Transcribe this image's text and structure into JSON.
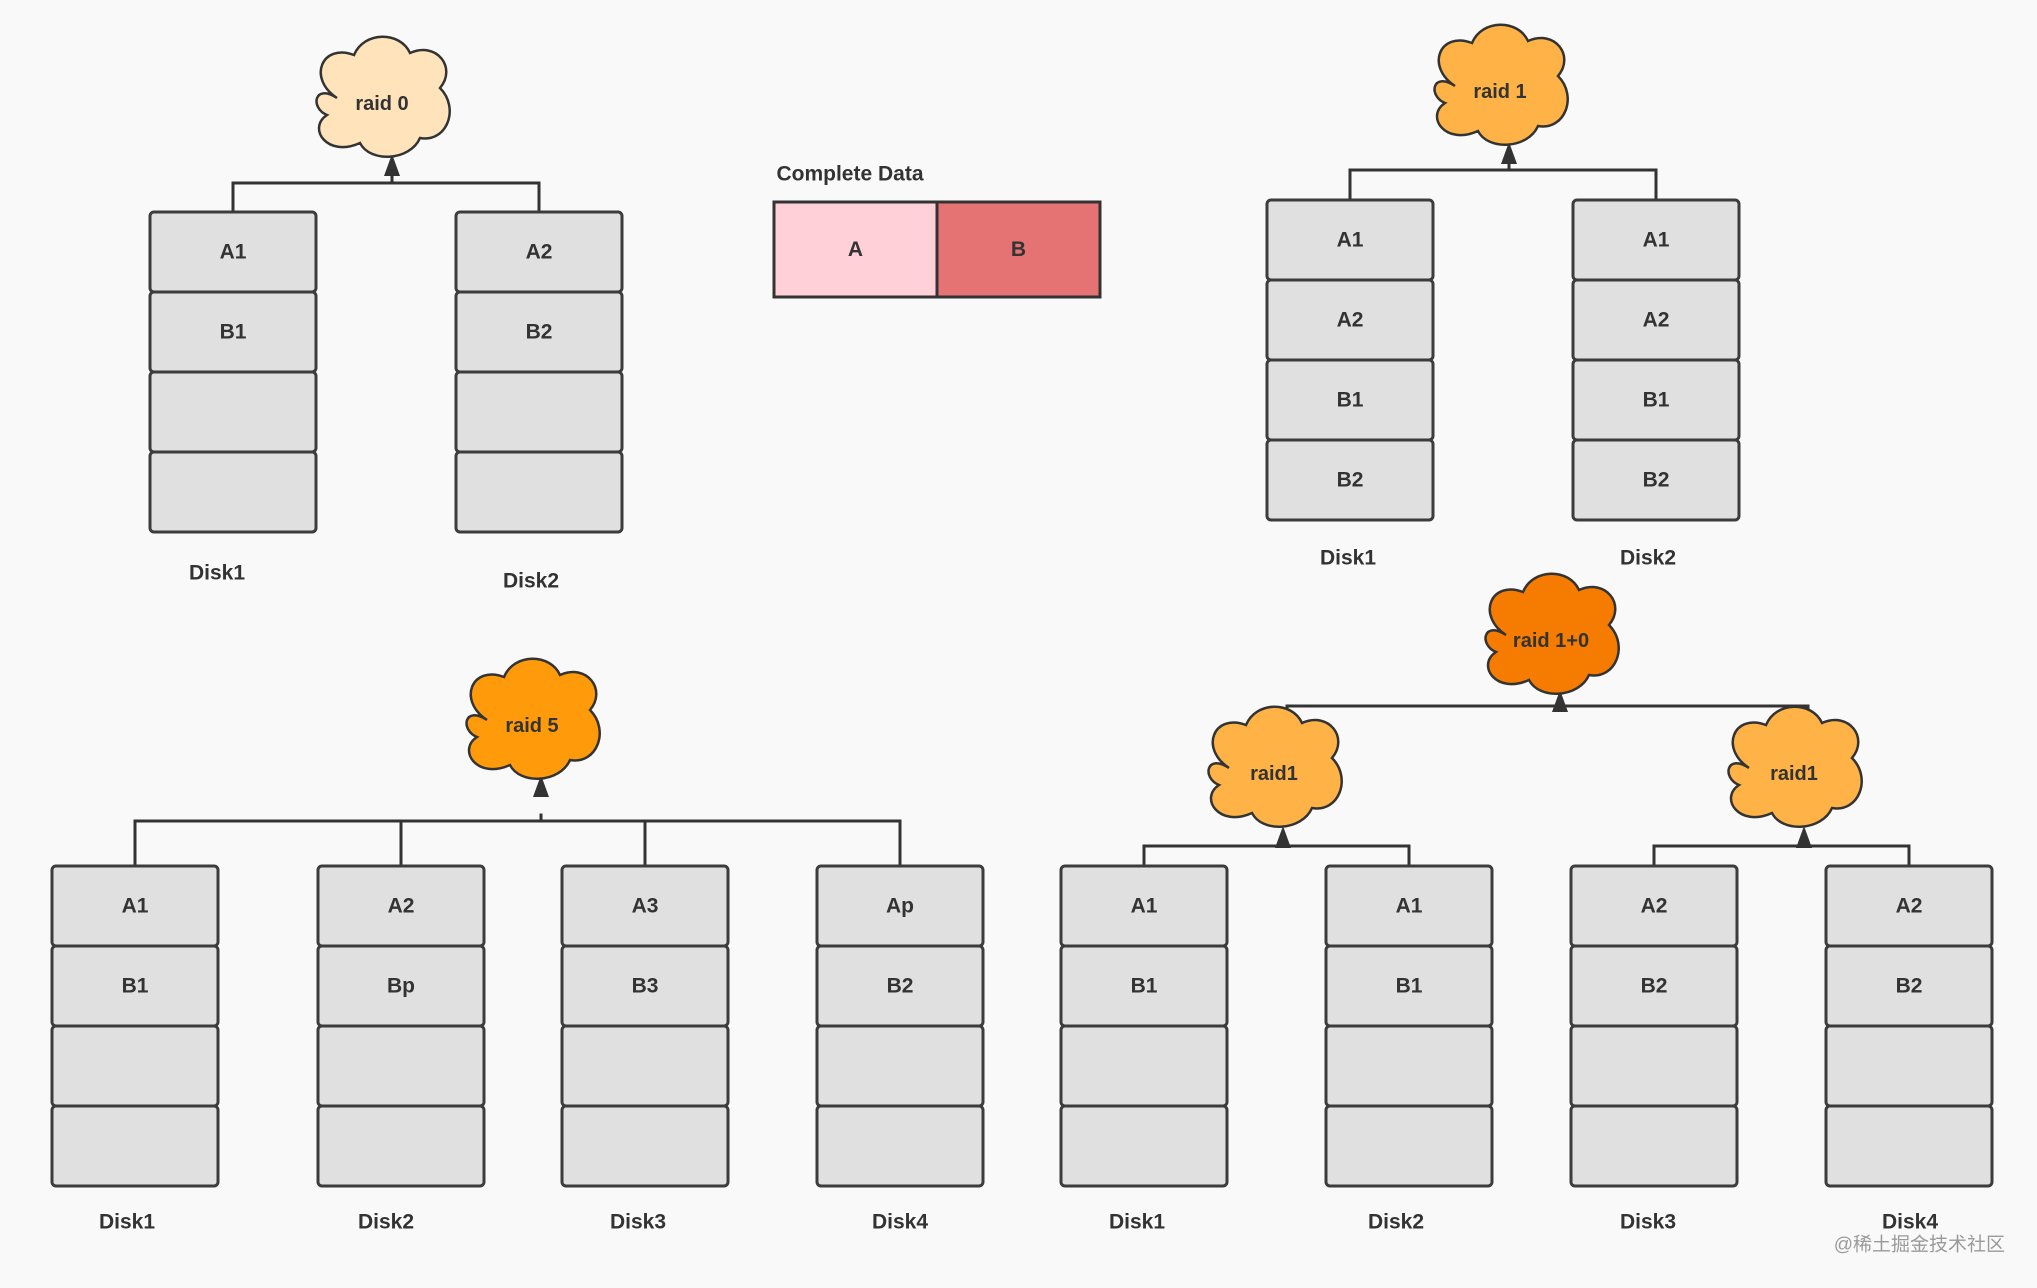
{
  "complete_data": {
    "title": "Complete Data",
    "segments": [
      {
        "label": "A",
        "color": "#ffd0d8"
      },
      {
        "label": "B",
        "color": "#e57373"
      }
    ]
  },
  "colors": {
    "cell_fill": "#e0e0e0",
    "cell_stroke": "#3c3c3c",
    "line": "#333333"
  },
  "watermark": "@稀土掘金技术社区",
  "diagrams": [
    {
      "cloud": {
        "label": "raid 0",
        "color": "#ffe3bb"
      },
      "disks": [
        {
          "name": "Disk1",
          "cells": [
            "A1",
            "B1",
            "",
            ""
          ]
        },
        {
          "name": "Disk2",
          "cells": [
            "A2",
            "B2",
            "",
            ""
          ]
        }
      ]
    },
    {
      "cloud": {
        "label": "raid 1",
        "color": "#ffb347"
      },
      "disks": [
        {
          "name": "Disk1",
          "cells": [
            "A1",
            "A2",
            "B1",
            "B2"
          ]
        },
        {
          "name": "Disk2",
          "cells": [
            "A1",
            "A2",
            "B1",
            "B2"
          ]
        }
      ]
    },
    {
      "cloud": {
        "label": "raid 5",
        "color": "#ff9a0a"
      },
      "disks": [
        {
          "name": "Disk1",
          "cells": [
            "A1",
            "B1",
            "",
            ""
          ]
        },
        {
          "name": "Disk2",
          "cells": [
            "A2",
            "Bp",
            "",
            ""
          ]
        },
        {
          "name": "Disk3",
          "cells": [
            "A3",
            "B3",
            "",
            ""
          ]
        },
        {
          "name": "Disk4",
          "cells": [
            "Ap",
            "B2",
            "",
            ""
          ]
        }
      ]
    },
    {
      "cloud": {
        "label": "raid 1+0",
        "color": "#f57c00"
      },
      "sub_clouds": [
        {
          "label": "raid1",
          "color": "#ffb347"
        },
        {
          "label": "raid1",
          "color": "#ffb347"
        }
      ],
      "disks": [
        {
          "name": "Disk1",
          "cells": [
            "A1",
            "B1",
            "",
            ""
          ]
        },
        {
          "name": "Disk2",
          "cells": [
            "A1",
            "B1",
            "",
            ""
          ]
        },
        {
          "name": "Disk3",
          "cells": [
            "A2",
            "B2",
            "",
            ""
          ]
        },
        {
          "name": "Disk4",
          "cells": [
            "A2",
            "B2",
            "",
            ""
          ]
        }
      ]
    }
  ]
}
